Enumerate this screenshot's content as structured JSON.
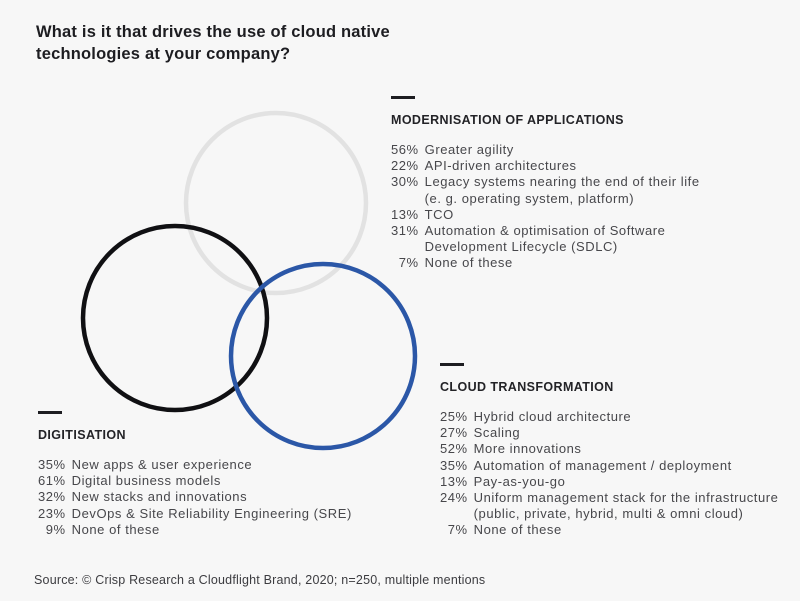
{
  "title": "What is it that drives the use of cloud native\ntechnologies at your company?",
  "colors": {
    "background": "#f7f7f7",
    "text_dark": "#1d1d21",
    "text_body": "#47474b",
    "circle_gray": "#e2e2e2",
    "circle_black": "#101013",
    "circle_blue": "#2b57a7"
  },
  "sections": [
    {
      "id": "modernisation",
      "heading": "MODERNISATION OF APPLICATIONS",
      "items": [
        {
          "pct": "56%",
          "label": "Greater agility"
        },
        {
          "pct": "22%",
          "label": "API-driven architectures"
        },
        {
          "pct": "30%",
          "label": "Legacy systems nearing the end of their life\n(e. g. operating system, platform)"
        },
        {
          "pct": "13%",
          "label": "TCO"
        },
        {
          "pct": "31%",
          "label": "Automation & optimisation of Software\nDevelopment Lifecycle (SDLC)"
        },
        {
          "pct": "7%",
          "label": "None of these"
        }
      ]
    },
    {
      "id": "digitisation",
      "heading": "DIGITISATION",
      "items": [
        {
          "pct": "35%",
          "label": "New apps & user experience"
        },
        {
          "pct": "61%",
          "label": "Digital business models"
        },
        {
          "pct": "32%",
          "label": "New stacks and innovations"
        },
        {
          "pct": "23%",
          "label": "DevOps & Site Reliability Engineering (SRE)"
        },
        {
          "pct": "9%",
          "label": "None of these"
        }
      ]
    },
    {
      "id": "cloud_transformation",
      "heading": "CLOUD TRANSFORMATION",
      "items": [
        {
          "pct": "25%",
          "label": "Hybrid cloud architecture"
        },
        {
          "pct": "27%",
          "label": "Scaling"
        },
        {
          "pct": "52%",
          "label": "More innovations"
        },
        {
          "pct": "35%",
          "label": "Automation of management / deployment"
        },
        {
          "pct": "13%",
          "label": "Pay-as-you-go"
        },
        {
          "pct": "24%",
          "label": "Uniform management stack for the infrastructure\n(public, private, hybrid, multi & omni cloud)"
        },
        {
          "pct": "7%",
          "label": "None of these"
        }
      ]
    }
  ],
  "source": "Source: © Crisp Research a Cloudflight Brand, 2020; n=250, multiple mentions",
  "chart_data": {
    "type": "table",
    "title": "What is it that drives the use of cloud native technologies at your company?",
    "legend_position": "around venn circles",
    "groups": [
      {
        "name": "Modernisation of applications",
        "circle_color": "#e2e2e2",
        "items": [
          [
            "Greater agility",
            56
          ],
          [
            "API-driven architectures",
            22
          ],
          [
            "Legacy systems nearing the end of their life (e. g. operating system, platform)",
            30
          ],
          [
            "TCO",
            13
          ],
          [
            "Automation & optimisation of Software Development Lifecycle (SDLC)",
            31
          ],
          [
            "None of these",
            7
          ]
        ]
      },
      {
        "name": "Digitisation",
        "circle_color": "#101013",
        "items": [
          [
            "New apps & user experience",
            35
          ],
          [
            "Digital business models",
            61
          ],
          [
            "New stacks and innovations",
            32
          ],
          [
            "DevOps & Site Reliability Engineering (SRE)",
            23
          ],
          [
            "None of these",
            9
          ]
        ]
      },
      {
        "name": "Cloud transformation",
        "circle_color": "#2b57a7",
        "items": [
          [
            "Hybrid cloud architecture",
            25
          ],
          [
            "Scaling",
            27
          ],
          [
            "More innovations",
            52
          ],
          [
            "Automation of management / deployment",
            35
          ],
          [
            "Pay-as-you-go",
            13
          ],
          [
            "Uniform management stack for the infrastructure (public, private, hybrid, multi & omni cloud)",
            24
          ],
          [
            "None of these",
            7
          ]
        ]
      }
    ],
    "unit": "percent",
    "source": "Source: © Crisp Research a Cloudflight Brand, 2020; n=250, multiple mentions"
  }
}
